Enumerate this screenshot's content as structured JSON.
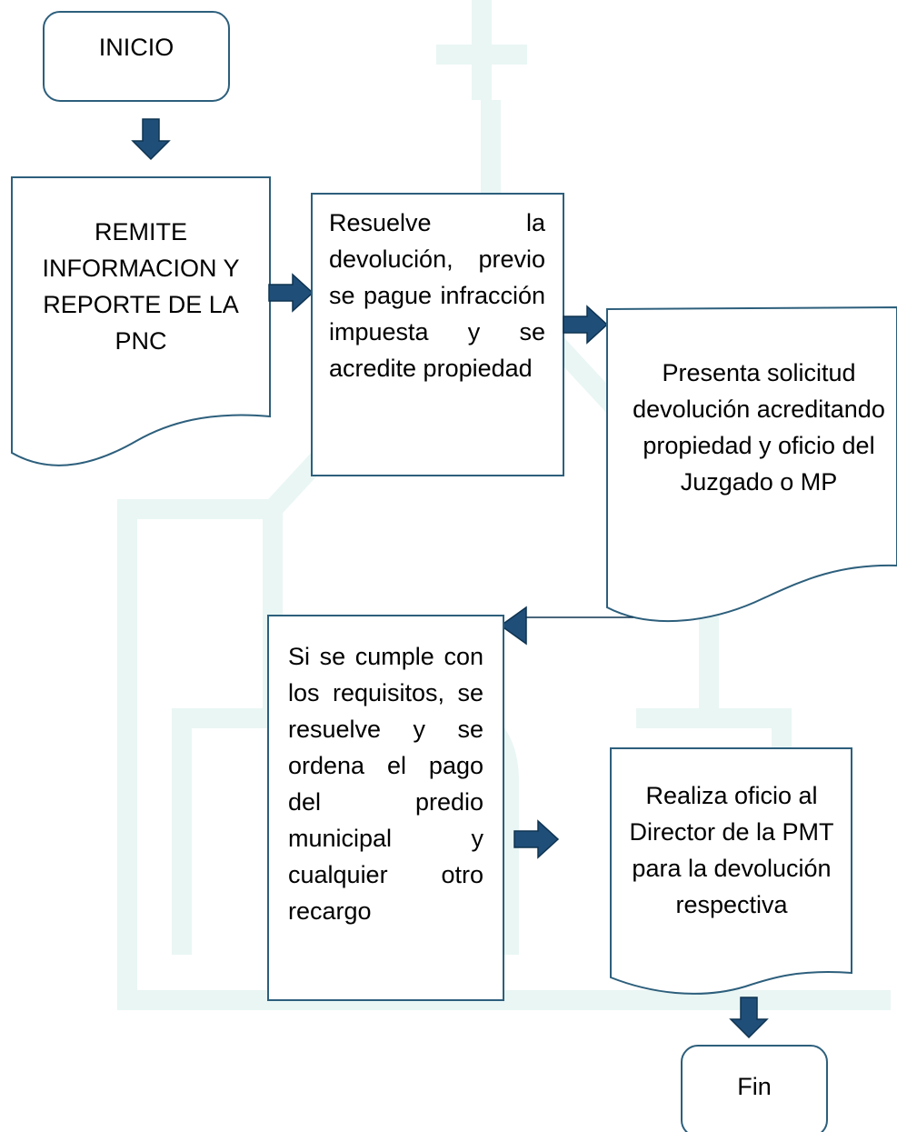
{
  "nodes": {
    "inicio": "INICIO",
    "remite": "REMITE INFORMACION Y REPORTE DE LA PNC",
    "resuelve": "Resuelve la devolución, previo se pague infracción impuesta y se acredite propiedad",
    "presenta": "Presenta solicitud devolución acreditando propiedad y oficio del Juzgado o MP",
    "cumple": "Si se cumple con los requisitos, se resuelve y se ordena el pago del predio municipal y cualquier otro recargo",
    "oficio": "Realiza oficio al Director de la PMT para la devolución respectiva",
    "fin": "Fin"
  },
  "colors": {
    "box_stroke": "#2d5f7c",
    "arrow_fill": "#1f4e79",
    "watermark": "#e8f5f4"
  }
}
